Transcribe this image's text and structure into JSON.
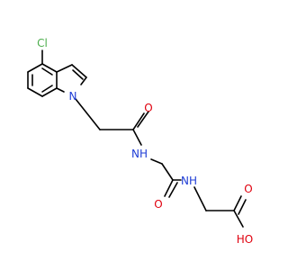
{
  "molecule": {
    "atoms": [
      {
        "id": "cl",
        "label": "Cl",
        "color": "#4cae4c"
      },
      {
        "id": "n1",
        "label": "N",
        "color": "#1f3dd6"
      },
      {
        "id": "o1",
        "label": "O",
        "color": "#e0000e"
      },
      {
        "id": "nh1",
        "label": "NH",
        "color": "#1f3dd6"
      },
      {
        "id": "o2",
        "label": "O",
        "color": "#e0000e"
      },
      {
        "id": "nh2",
        "label": "NH",
        "color": "#1f3dd6"
      },
      {
        "id": "o3",
        "label": "O",
        "color": "#e0000e"
      },
      {
        "id": "oh",
        "label": "HO",
        "color": "#e0000e"
      }
    ],
    "bond_color": "#000000"
  }
}
